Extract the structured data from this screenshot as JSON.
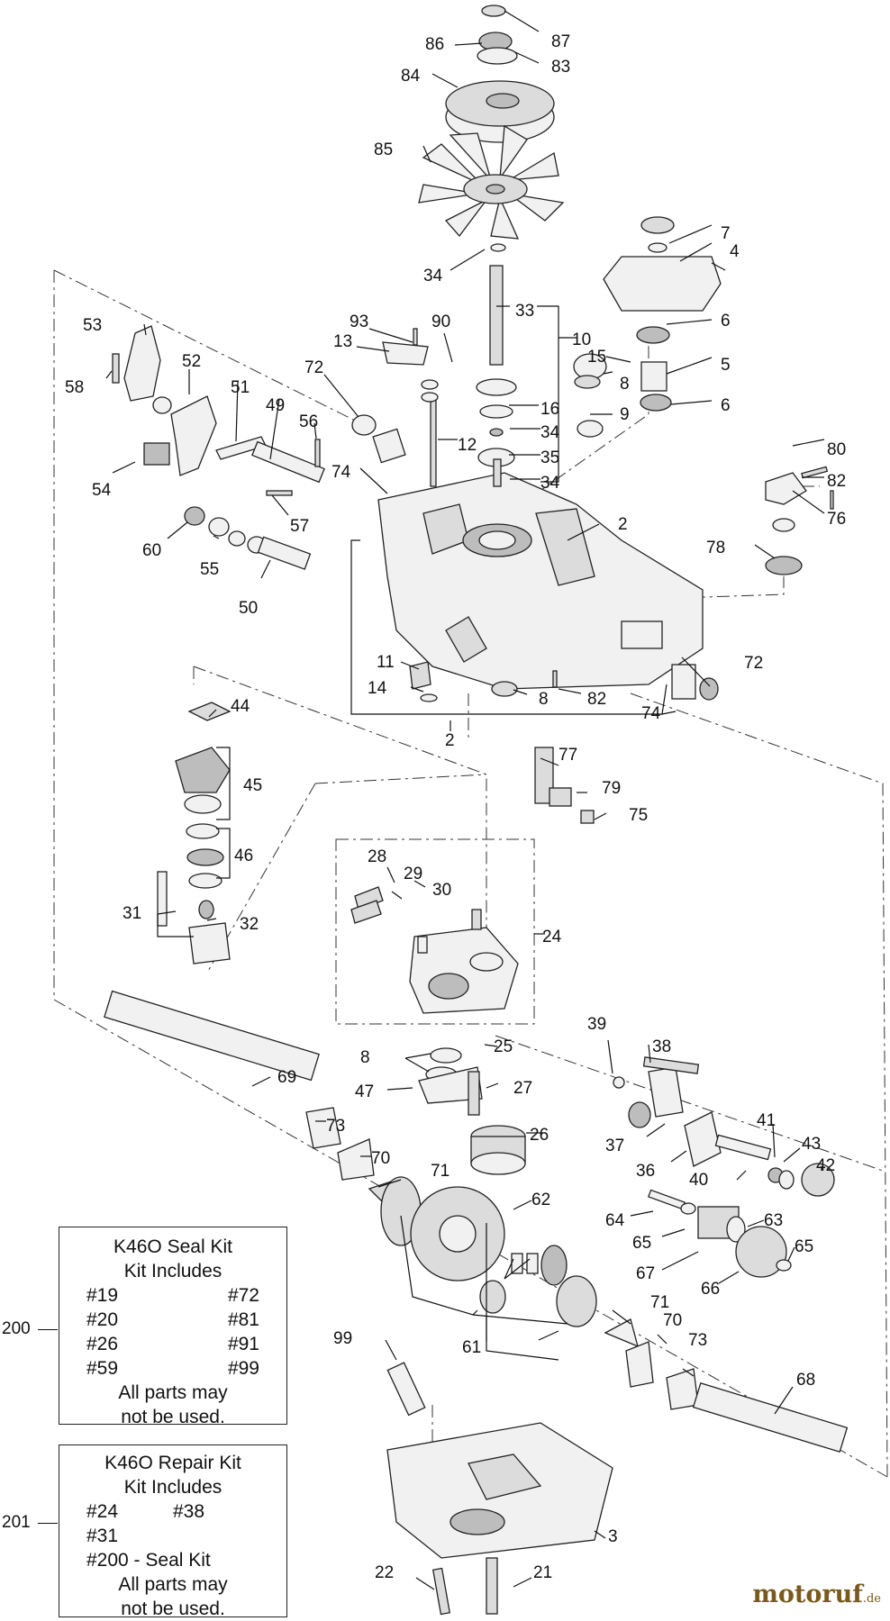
{
  "seal_kit": {
    "ref": "200",
    "title": "K46O Seal Kit",
    "subtitle": "Kit Includes",
    "items": [
      "#19",
      "#72",
      "#20",
      "#81",
      "#26",
      "#91",
      "#59",
      "#99"
    ],
    "note_line1": "All parts may",
    "note_line2": "not be used."
  },
  "repair_kit": {
    "ref": "201",
    "title": "K46O Repair Kit",
    "subtitle": "Kit Includes",
    "items": [
      "#24",
      "#38",
      "#31",
      ""
    ],
    "extra": "#200 - Seal Kit",
    "note_line1": "All parts may",
    "note_line2": "not be used."
  },
  "watermark": {
    "name": "motoruf",
    "tld": ".de",
    "color": "#7a5a1c"
  },
  "callouts": {
    "c87": "87",
    "c86": "86",
    "c83": "83",
    "c84": "84",
    "c85": "85",
    "c7": "7",
    "c4": "4",
    "c34a": "34",
    "c33": "33",
    "c93": "93",
    "c90": "90",
    "c10": "10",
    "c53": "53",
    "c13": "13",
    "c6a": "6",
    "c52": "52",
    "c72a": "72",
    "c15": "15",
    "c5": "5",
    "c58": "58",
    "c51": "51",
    "c49": "49",
    "c56": "56",
    "c8a": "8",
    "c6b": "6",
    "c16": "16",
    "c34b": "34",
    "c9": "9",
    "c12": "12",
    "c35": "35",
    "c74a": "74",
    "c34c": "34",
    "c80": "80",
    "c54": "54",
    "c82a": "82",
    "c57": "57",
    "c2a": "2",
    "c76": "76",
    "c60": "60",
    "c55": "55",
    "c78": "78",
    "c50": "50",
    "c11": "11",
    "c72b": "72",
    "c14": "14",
    "c8b": "8",
    "c82b": "82",
    "c74b": "74",
    "c44": "44",
    "c2b": "2",
    "c77": "77",
    "c45": "45",
    "c79": "79",
    "c75": "75",
    "c46": "46",
    "c28": "28",
    "c29": "29",
    "c30": "30",
    "c31": "31",
    "c32": "32",
    "c24": "24",
    "c39": "39",
    "c38": "38",
    "c8c": "8",
    "c25": "25",
    "c69": "69",
    "c47": "47",
    "c27": "27",
    "c41": "41",
    "c73a": "73",
    "c26": "26",
    "c37": "37",
    "c43": "43",
    "c70a": "70",
    "c36": "36",
    "c40": "40",
    "c42": "42",
    "c71a": "71",
    "c62": "62",
    "c64": "64",
    "c63": "63",
    "c65a": "65",
    "c65b": "65",
    "c67": "67",
    "c66": "66",
    "c71b": "71",
    "c70b": "70",
    "c99": "99",
    "c73b": "73",
    "c61": "61",
    "c68": "68",
    "c3": "3",
    "c22": "22",
    "c21": "21"
  }
}
